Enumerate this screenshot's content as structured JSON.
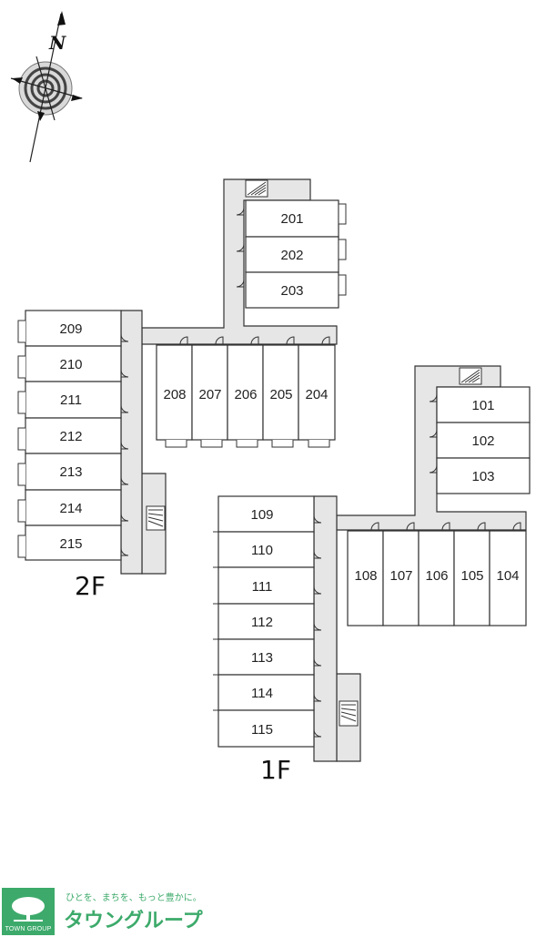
{
  "compass": {
    "north_label": "N"
  },
  "floors": {
    "f2": {
      "label": "2F",
      "rooms_top": [
        "201",
        "202",
        "203"
      ],
      "rooms_row": [
        "208",
        "207",
        "206",
        "205",
        "204"
      ],
      "rooms_left": [
        "209",
        "210",
        "211",
        "212",
        "213",
        "214",
        "215"
      ]
    },
    "f1": {
      "label": "1F",
      "rooms_top": [
        "101",
        "102",
        "103"
      ],
      "rooms_row": [
        "108",
        "107",
        "106",
        "105",
        "104"
      ],
      "rooms_left": [
        "109",
        "110",
        "111",
        "112",
        "113",
        "114",
        "115"
      ]
    }
  },
  "branding": {
    "tagline": "ひとを、まちを、もっと豊かに。",
    "name": "タウングループ",
    "mark_text": "TOWN GROUP",
    "color": "#3daa6b"
  }
}
